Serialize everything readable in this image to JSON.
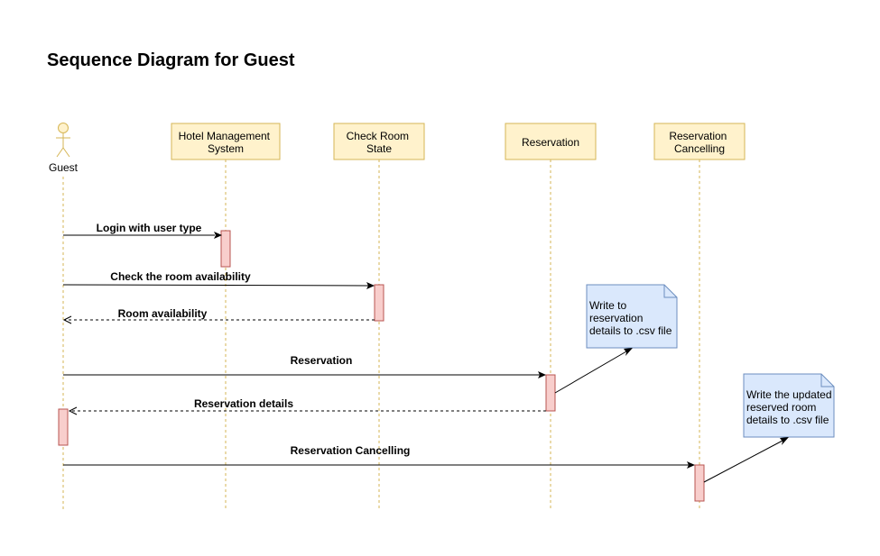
{
  "title": "Sequence Diagram for Guest",
  "actor": {
    "label": "Guest"
  },
  "participants": [
    {
      "id": "hms",
      "lines": [
        "Hotel Management",
        "System"
      ]
    },
    {
      "id": "crs",
      "lines": [
        "Check Room",
        "State"
      ]
    },
    {
      "id": "res",
      "lines": [
        "Reservation"
      ]
    },
    {
      "id": "rc",
      "lines": [
        "Reservation",
        "Cancelling"
      ]
    }
  ],
  "messages": [
    {
      "label": "Login with user type",
      "from": "guest",
      "to": "hms",
      "style": "solid"
    },
    {
      "label": "Check the room availability",
      "from": "guest",
      "to": "crs",
      "style": "solid"
    },
    {
      "label": "Room availability",
      "from": "crs",
      "to": "guest",
      "style": "dashed"
    },
    {
      "label": "Reservation",
      "from": "guest",
      "to": "res",
      "style": "solid"
    },
    {
      "label": "Reservation details",
      "from": "res",
      "to": "guest",
      "style": "dashed"
    },
    {
      "label": "Reservation Cancelling",
      "from": "guest",
      "to": "rc",
      "style": "solid"
    }
  ],
  "notes": [
    {
      "lines": [
        "Write to",
        "reservation",
        "details to .csv file"
      ]
    },
    {
      "lines": [
        "Write the updated",
        "reserved room",
        "details to .csv file"
      ]
    }
  ],
  "colors": {
    "participant_fill": "#fff2cc",
    "participant_stroke": "#d6b656",
    "lifeline": "#d6b656",
    "activation_fill": "#f8cecc",
    "activation_stroke": "#b85450",
    "note_fill": "#dae8fc",
    "note_stroke": "#6c8ebf"
  }
}
